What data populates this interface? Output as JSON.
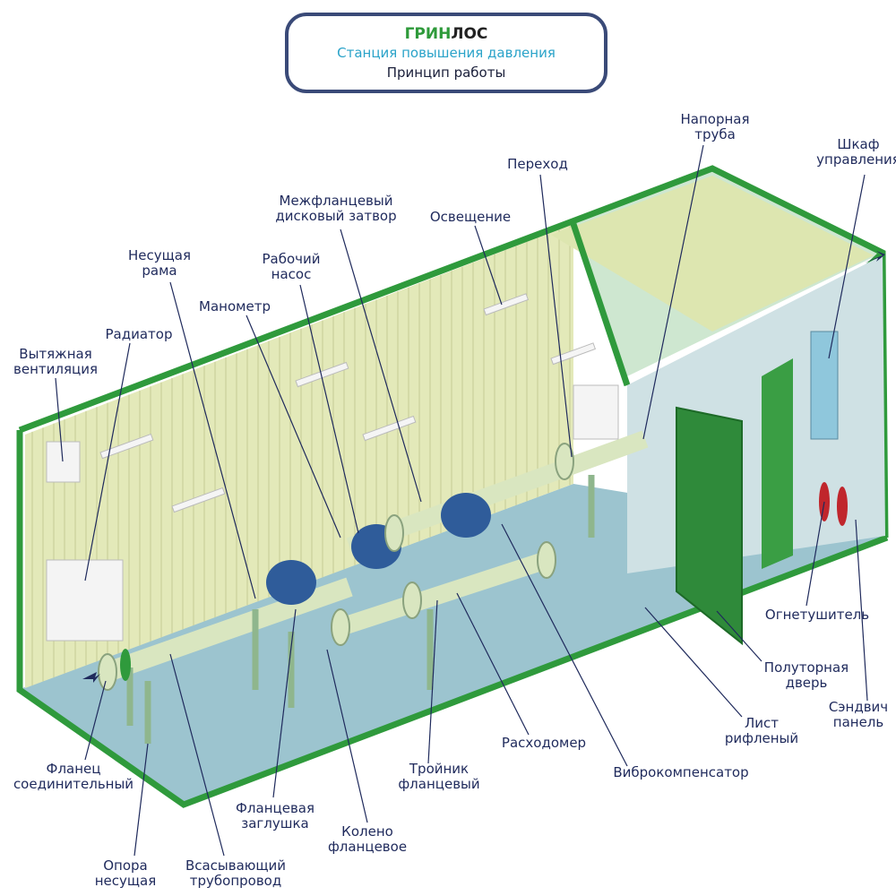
{
  "title": {
    "brand_green": "ГРИН",
    "brand_rest": "ЛОС",
    "subtitle": "Станция повышения давления",
    "caption": "Принцип работы"
  },
  "colors": {
    "frame": "#2f9a3c",
    "wall": "#e3e9b9",
    "floor": "#9cc4cf",
    "pipe": "#d9e6c0",
    "pump": "#2f5c9a",
    "label": "#1f2a5c",
    "title_border": "#3a4a78",
    "subtitle": "#2aa3c9"
  },
  "labels": [
    {
      "id": "napornaya-truba",
      "lines": [
        "Напорная",
        "труба"
      ]
    },
    {
      "id": "shkaf",
      "lines": [
        "Шкаф",
        "управления"
      ]
    },
    {
      "id": "perehod",
      "lines": [
        "Переход"
      ]
    },
    {
      "id": "zatvor",
      "lines": [
        "Межфланцевый",
        "дисковый затвор"
      ]
    },
    {
      "id": "osveshchenie",
      "lines": [
        "Освещение"
      ]
    },
    {
      "id": "rama",
      "lines": [
        "Несущая",
        "рама"
      ]
    },
    {
      "id": "nasos",
      "lines": [
        "Рабочий",
        "насос"
      ]
    },
    {
      "id": "manometr",
      "lines": [
        "Манометр"
      ]
    },
    {
      "id": "radiator",
      "lines": [
        "Радиатор"
      ]
    },
    {
      "id": "ventilyaciya",
      "lines": [
        "Вытяжная",
        "вентиляция"
      ]
    },
    {
      "id": "ognetushitel",
      "lines": [
        "Огнетушитель"
      ]
    },
    {
      "id": "dver",
      "lines": [
        "Полуторная",
        "дверь"
      ]
    },
    {
      "id": "sendvich",
      "lines": [
        "Сэндвич",
        "панель"
      ]
    },
    {
      "id": "list",
      "lines": [
        "Лист",
        "рифленый"
      ]
    },
    {
      "id": "rashodomer",
      "lines": [
        "Расходомер"
      ]
    },
    {
      "id": "vibro",
      "lines": [
        "Виброкомпенсатор"
      ]
    },
    {
      "id": "troynik",
      "lines": [
        "Тройник",
        "фланцевый"
      ]
    },
    {
      "id": "flanec",
      "lines": [
        "Фланец",
        "соединительный"
      ]
    },
    {
      "id": "zaglushka",
      "lines": [
        "Фланцевая",
        "заглушка"
      ]
    },
    {
      "id": "koleno",
      "lines": [
        "Колено",
        "фланцевое"
      ]
    },
    {
      "id": "opora",
      "lines": [
        "Опора",
        "несущая"
      ]
    },
    {
      "id": "vsas",
      "lines": [
        "Всасывающий",
        "трубопровод"
      ]
    }
  ]
}
